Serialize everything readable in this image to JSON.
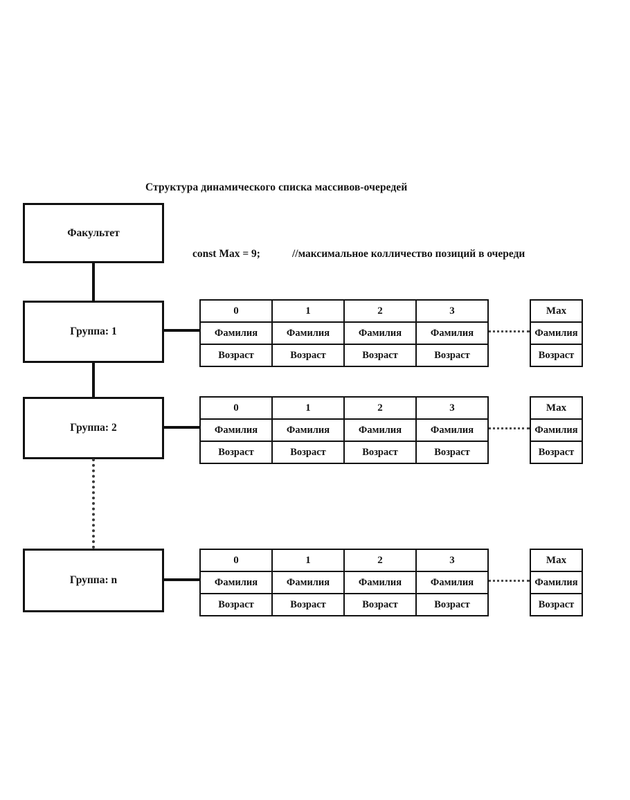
{
  "diagram": {
    "title": "Структура динамического списка массивов-очередей",
    "const_declaration": "const Max = 9;",
    "const_comment": "//максимальное колличество позиций в очереди",
    "root_node": "Факультет",
    "nodes": [
      {
        "label": "Группа: 1"
      },
      {
        "label": "Группа: 2"
      },
      {
        "label": "Группа: n"
      }
    ],
    "array_headers": [
      "0",
      "1",
      "2",
      "3"
    ],
    "max_header": "Max",
    "field_surname": "Фамилия",
    "field_age": "Возраст",
    "rows": [
      {
        "indices": [
          "0",
          "1",
          "2",
          "3"
        ],
        "surnames": [
          "Фамилия",
          "Фамилия",
          "Фамилия",
          "Фамилия"
        ],
        "ages": [
          "Возраст",
          "Возраст",
          "Возраст",
          "Возраст"
        ],
        "max_index": "Max",
        "max_surname": "Фамилия",
        "max_age": "Возраст"
      },
      {
        "indices": [
          "0",
          "1",
          "2",
          "3"
        ],
        "surnames": [
          "Фамилия",
          "Фамилия",
          "Фамилия",
          "Фамилия"
        ],
        "ages": [
          "Возраст",
          "Возраст",
          "Возраст",
          "Возраст"
        ],
        "max_index": "Max",
        "max_surname": "Фамилия",
        "max_age": "Возраст"
      },
      {
        "indices": [
          "0",
          "1",
          "2",
          "3"
        ],
        "surnames": [
          "Фамилия",
          "Фамилия",
          "Фамилия",
          "Фамилия"
        ],
        "ages": [
          "Возраст",
          "Возраст",
          "Возраст",
          "Возраст"
        ],
        "max_index": "Max",
        "max_surname": "Фамилия",
        "max_age": "Возраст"
      }
    ],
    "colors": {
      "background": "#ffffff",
      "stroke": "#111111",
      "text": "#141414",
      "dotted_stroke": "#4a4a4a"
    }
  }
}
